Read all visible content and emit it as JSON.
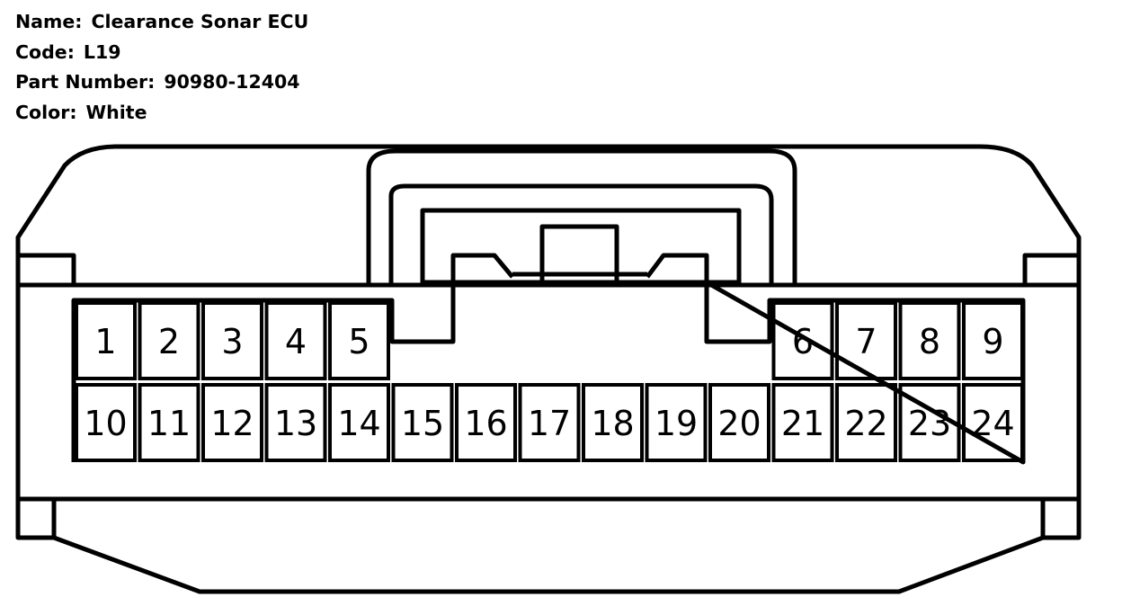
{
  "connector": {
    "name_label": "Name:",
    "name": "Clearance Sonar ECU",
    "code_label": "Code:",
    "code": "L19",
    "part_number_label": "Part Number:",
    "part_number": "90980-12404",
    "color_label": "Color:",
    "color": "White"
  },
  "pins": {
    "top_row_left": [
      "1",
      "2",
      "3",
      "4",
      "5"
    ],
    "top_row_right": [
      "6",
      "7",
      "8",
      "9"
    ],
    "bottom_row": [
      "10",
      "11",
      "12",
      "13",
      "14",
      "15",
      "16",
      "17",
      "18",
      "19",
      "20",
      "21",
      "22",
      "23",
      "24"
    ]
  },
  "colors": {
    "stroke": "#000000",
    "background": "#ffffff"
  }
}
